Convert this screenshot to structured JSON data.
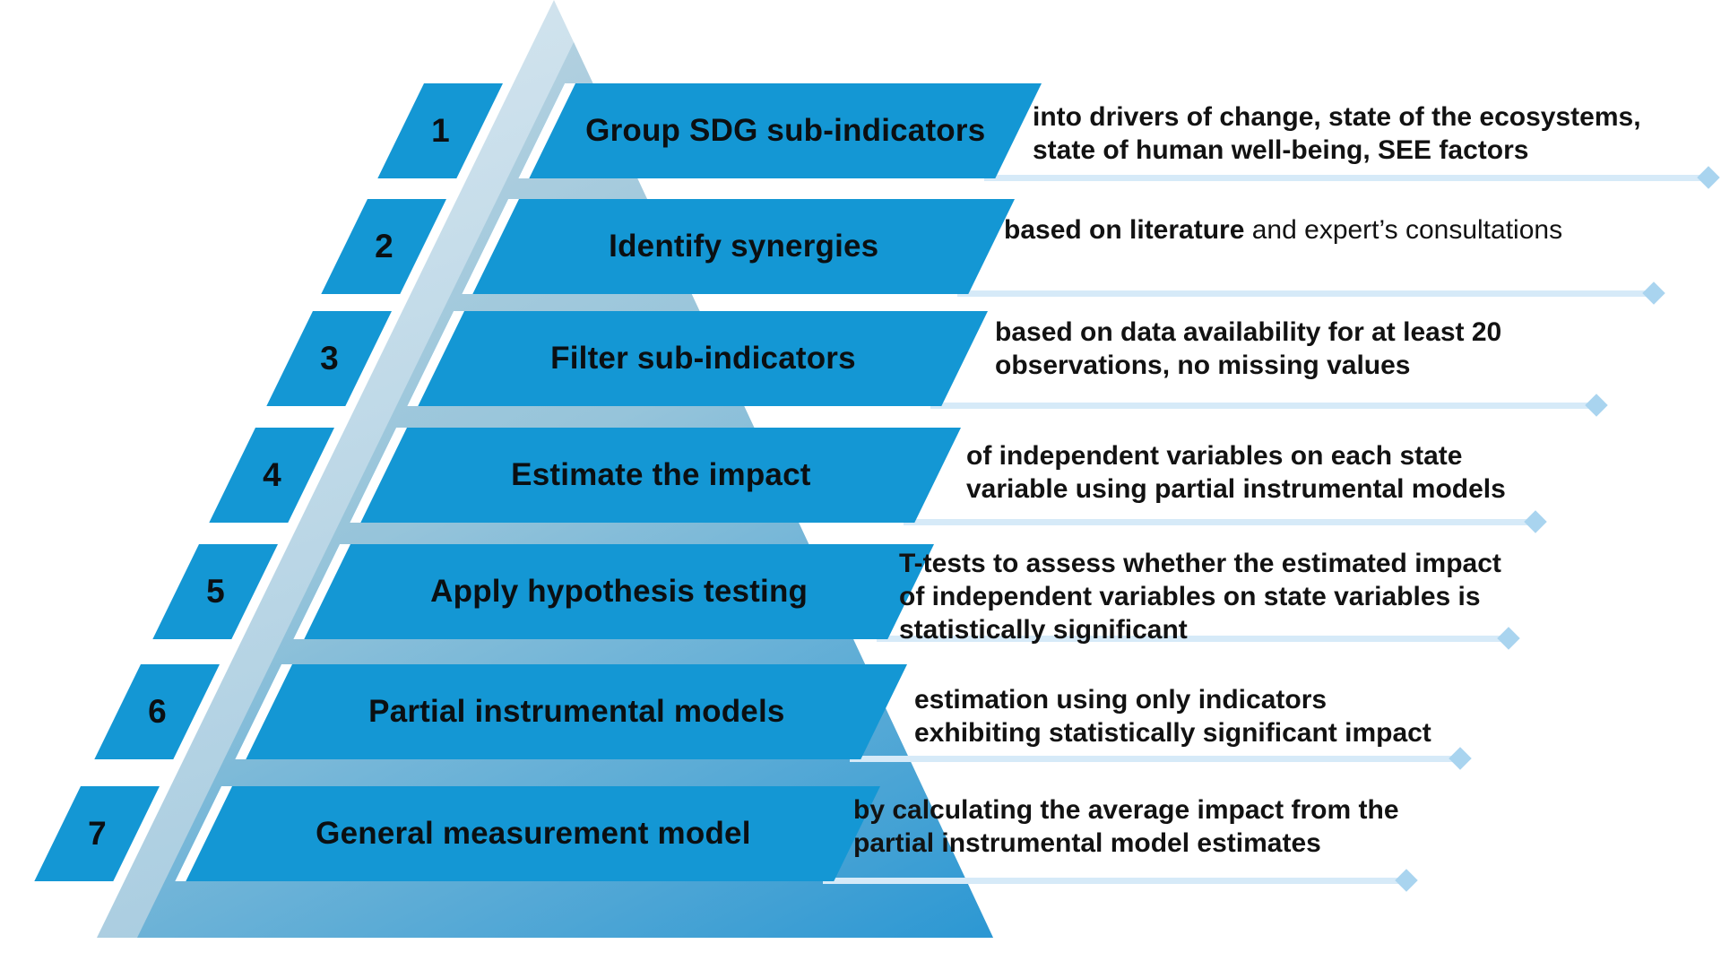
{
  "steps": [
    {
      "number": "1",
      "label": "Group SDG sub-indicators",
      "description_lines": [
        "into drivers of change, state of the ecosystems,",
        "state of human well-being, SEE factors"
      ]
    },
    {
      "number": "2",
      "label": "Identify synergies",
      "description_bold": "based on literature",
      "description_regular": " and expert’s consultations"
    },
    {
      "number": "3",
      "label": "Filter sub-indicators",
      "description_lines": [
        "based on data availability for at least 20",
        "observations, no missing values"
      ]
    },
    {
      "number": "4",
      "label": "Estimate the impact",
      "description_lines": [
        "of independent variables on each state",
        "variable using partial instrumental models"
      ]
    },
    {
      "number": "5",
      "label": "Apply hypothesis testing",
      "description_lines": [
        "T-tests to assess whether the estimated impact",
        "of independent variables on state variables is",
        "statistically significant"
      ]
    },
    {
      "number": "6",
      "label": "Partial instrumental models",
      "description_lines": [
        "estimation using only indicators",
        "exhibiting statistically significant impact"
      ]
    },
    {
      "number": "7",
      "label": "General measurement model",
      "description_lines": [
        "by calculating the average impact from the",
        "partial instrumental model estimates"
      ]
    }
  ],
  "colors": {
    "bar": "#1497d4",
    "label_text": "#0b0f12",
    "desc_text": "#121212",
    "connector_line": "#d6eaf8",
    "diamond": "#a9d4ef",
    "pyramid_light_top": "#d8e7f0",
    "pyramid_light_bottom": "#a6cbdf",
    "pyramid_body_top": "#bdd5e2",
    "pyramid_body_mid": "#96c4da",
    "pyramid_body_bottom": "#2d98d3"
  }
}
